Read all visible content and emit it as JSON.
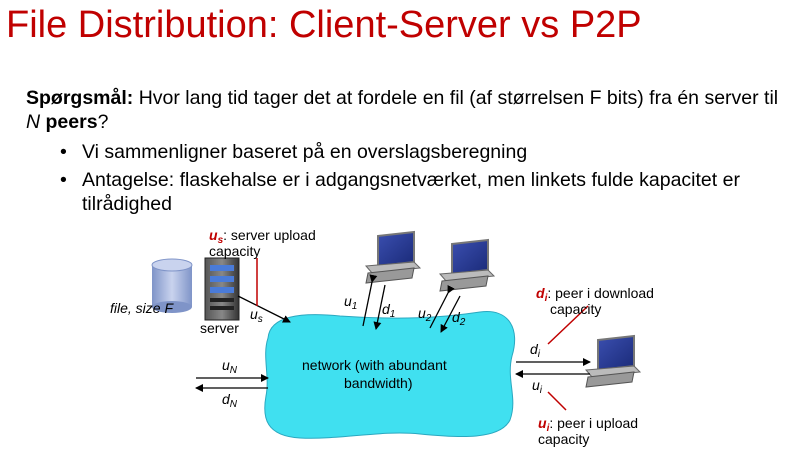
{
  "title": "File Distribution: Client-Server vs P2P",
  "question": {
    "label": "Spørgsmål:",
    "text_part1": " Hvor lang tid tager det at fordele en fil (af størrelsen F bits) fra  én server til ",
    "n": "N",
    "peers": "peers",
    "end": "?"
  },
  "bullets": [
    "Vi sammenligner baseret på en overslagsberegning",
    "Antagelse: flaskehalse er i adgangsnetværket, men linkets fulde kapacitet er tilrådighed"
  ],
  "diagram": {
    "file_label": "file, size F",
    "server_label": "server",
    "us_annot_symbol": "u",
    "us_annot_sub": "s",
    "us_annot_text": ": server upload",
    "us_annot_text2": "capacity",
    "us_link_symbol": "u",
    "us_link_sub": "s",
    "network_line1": "network (with abundant",
    "network_line2": "bandwidth)",
    "u1": "u",
    "u1_sub": "1",
    "d1": "d",
    "d1_sub": "1",
    "u2": "u",
    "u2_sub": "2",
    "d2": "d",
    "d2_sub": "2",
    "uN": "u",
    "uN_sub": "N",
    "dN": "d",
    "dN_sub": "N",
    "di_symbol": "d",
    "di_sub": "i",
    "ui_symbol": "u",
    "ui_sub": "i",
    "di_annot_symbol": "d",
    "di_annot_sub": "i",
    "di_annot_text": ": peer i download",
    "di_annot_text2": "capacity",
    "ui_annot_symbol": "u",
    "ui_annot_sub": "i",
    "ui_annot_text": ": peer i upload",
    "ui_annot_text2": "capacity",
    "colors": {
      "cloud": "#40e0f0",
      "accent": "#c00000",
      "disk": "#9aaed8"
    }
  }
}
